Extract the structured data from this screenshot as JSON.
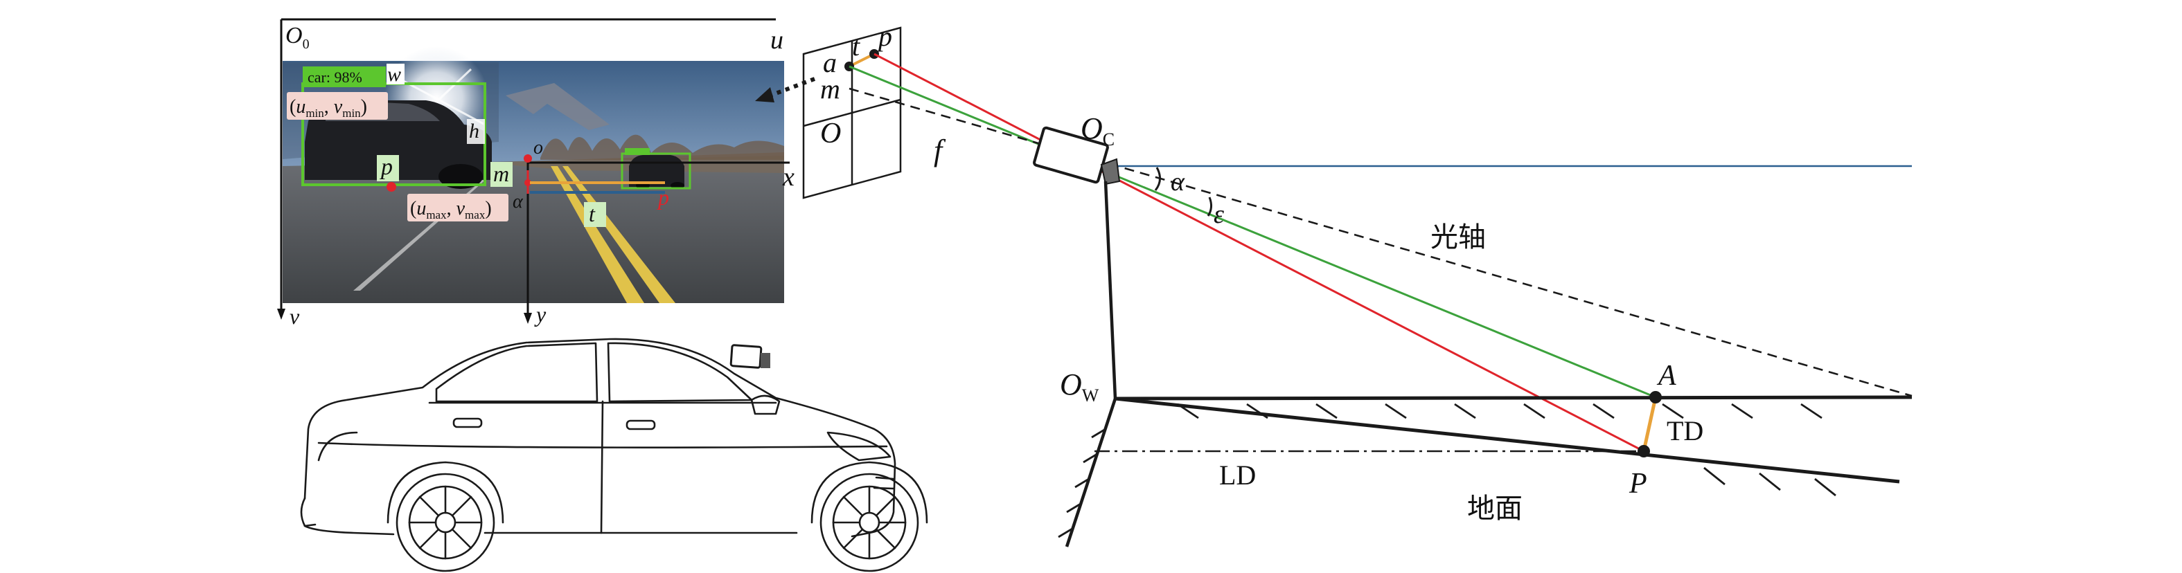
{
  "colors": {
    "red": "#e0242b",
    "green": "#3ca23c",
    "orange": "#e8a23a",
    "blue_horizon": "#2b5f8f",
    "box_green": "#5cc62e",
    "label_pink": "#f4d6d0",
    "label_green": "#cfeec0",
    "dark": "#1a1a1a"
  },
  "photo": {
    "origin_label": "O",
    "origin_sub": "0",
    "u_axis": "u",
    "v_axis": "v",
    "x_axis": "x",
    "y_axis": "y",
    "o_label": "o",
    "detection_label": "car: 98%",
    "w_label": "w",
    "h_label": "h",
    "p_label": "p",
    "m_label": "m",
    "t_label": "t",
    "alpha_label": "α",
    "p_red_label": "p",
    "min_corner": {
      "u": "u",
      "u_sub": "min",
      "v": "v",
      "v_sub": "min"
    },
    "max_corner": {
      "u": "u",
      "u_sub": "max",
      "v": "v",
      "v_sub": "max"
    }
  },
  "image_plane": {
    "a": "a",
    "t": "t",
    "p": "p",
    "m": "m",
    "O": "O"
  },
  "camera": {
    "oc_label": "O",
    "oc_sub": "C",
    "f_label": "f",
    "alpha_label": "α",
    "epsilon_label": "ε",
    "optical_axis_label": "光轴"
  },
  "ground": {
    "ow_label": "O",
    "ow_sub": "W",
    "A_label": "A",
    "P_label": "P",
    "TD_label": "TD",
    "LD_label": "LD",
    "ground_label": "地面"
  }
}
